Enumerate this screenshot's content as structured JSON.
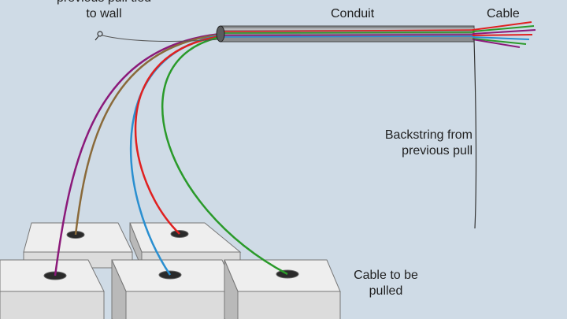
{
  "labels": {
    "backstring_tied": [
      "previous pull tied",
      "to wall"
    ],
    "conduit": "Conduit",
    "cable": "Cable",
    "backstring_from": [
      "Backstring from",
      "previous pull"
    ],
    "cable_to_be_pulled": [
      "Cable to be",
      "pulled"
    ]
  },
  "colors": {
    "background": "#cfdbe6",
    "spool_top": "#eeeeee",
    "spool_front": "#dcdcdc",
    "spool_side": "#b9b9b9",
    "conduit": "#8a8d90",
    "cables": [
      "#8b1a7a",
      "#8a6a3a",
      "#2a8fd0",
      "#e02020",
      "#2a9a2a"
    ]
  }
}
